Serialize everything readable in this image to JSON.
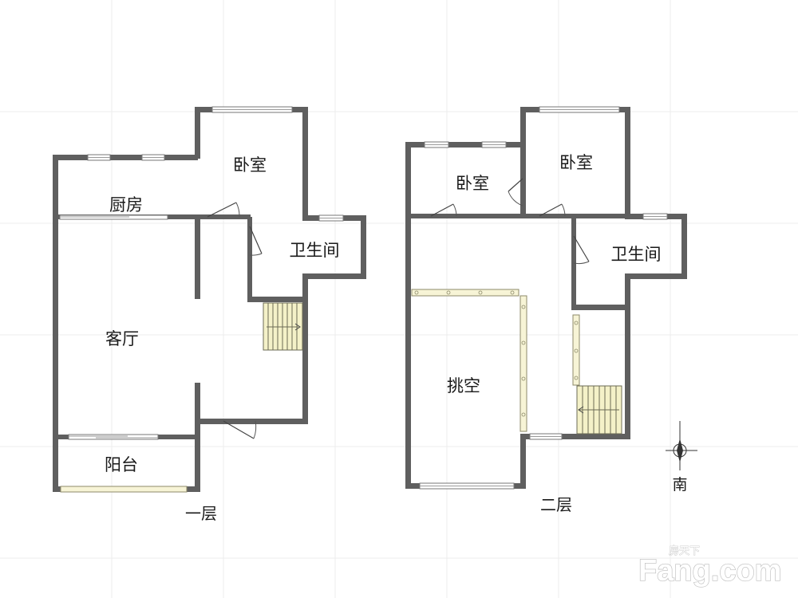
{
  "floor_1": {
    "label": "一层",
    "rooms": {
      "kitchen": "厨房",
      "bedroom": "卧室",
      "bathroom": "卫生间",
      "living_room": "客厅",
      "balcony": "阳台"
    }
  },
  "floor_2": {
    "label": "二层",
    "rooms": {
      "bedroom_left": "卧室",
      "bedroom_right": "卧室",
      "bathroom": "卫生间",
      "void": "挑空"
    }
  },
  "compass": {
    "label": "南"
  },
  "watermark": {
    "brand": "Fang.com",
    "cn": "房天下"
  },
  "colors": {
    "wall": "#5f5f5f",
    "rail": "#f7f4d6",
    "stair": "#f4f1c8"
  }
}
